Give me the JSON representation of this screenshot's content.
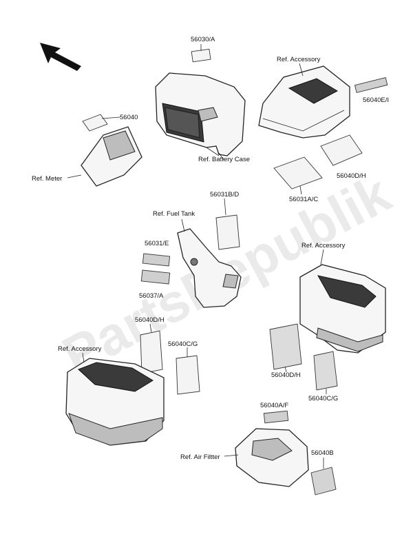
{
  "watermark": "PartsRepublik",
  "labels": {
    "p56030A": "56030/A",
    "ref_accessory_top": "Ref. Accessory",
    "p56040EI": "56040E/I",
    "p56040": "56040",
    "ref_battery_case": "Ref. Battery Case",
    "ref_meter": "Ref. Meter",
    "p56040DH_right": "56040D/H",
    "p56031AC": "56031A/C",
    "p56031BD": "56031B/D",
    "ref_fuel_tank": "Ref. Fuel Tank",
    "ref_accessory_right": "Ref. Accessory",
    "p56031E": "56031/E",
    "p56037A": "56037/A",
    "p56040DH_left": "56040D/H",
    "p56040CG_left": "56040C/G",
    "ref_accessory_left": "Ref. Accessory",
    "p56040DH_mid": "56040D/H",
    "p56040CG_right": "56040C/G",
    "p56040AF": "56040A/F",
    "ref_air_filter": "Ref. Air Filtter",
    "p56040B": "56040B"
  }
}
